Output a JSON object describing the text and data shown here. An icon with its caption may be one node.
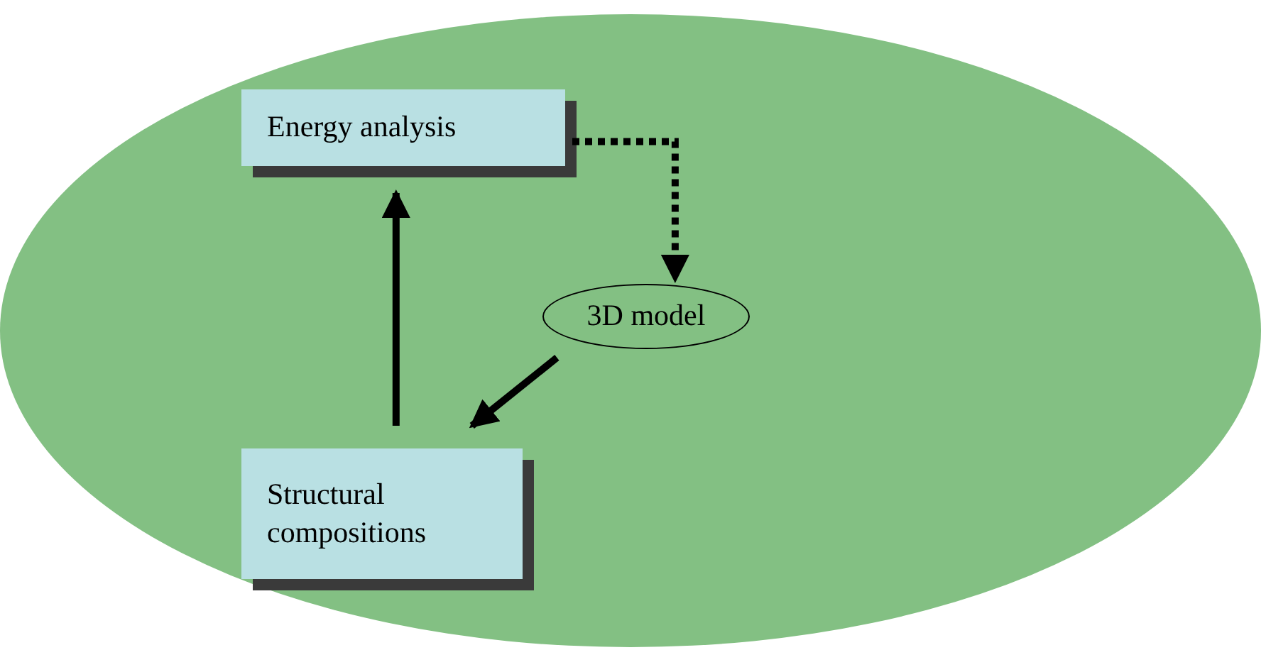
{
  "diagram": {
    "nodes": [
      {
        "text": [],
        "shape": "ellipse"
      },
      {
        "text": [
          "Energy analysis"
        ],
        "in": 0
      },
      {
        "text": [
          "3D model"
        ],
        "in": 0
      },
      {
        "text": [
          "Structural compositions"
        ],
        "in": 0
      }
    ],
    "edges": [
      {
        "from": 1,
        "to": 2,
        "arrow": "to",
        "style": "dashed"
      },
      {
        "from": 2,
        "to": 3,
        "arrow": "to"
      },
      {
        "from": 3,
        "to": 1,
        "arrow": "to"
      }
    ]
  }
}
